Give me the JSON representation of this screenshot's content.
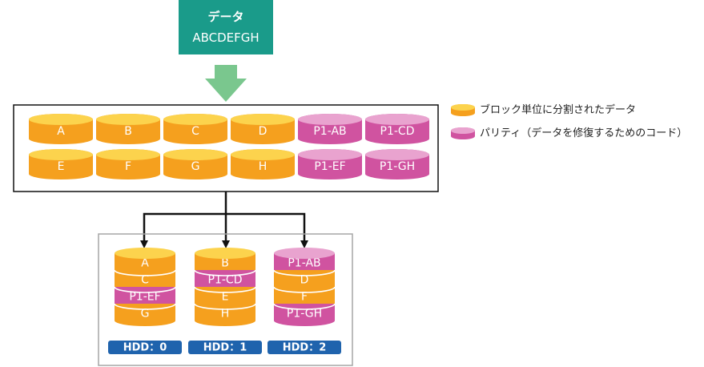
{
  "source": {
    "title": "データ",
    "data": "ABCDEFGH"
  },
  "blocks": [
    {
      "label": "A",
      "kind": "data"
    },
    {
      "label": "B",
      "kind": "data"
    },
    {
      "label": "C",
      "kind": "data"
    },
    {
      "label": "D",
      "kind": "data"
    },
    {
      "label": "P1-AB",
      "kind": "parity"
    },
    {
      "label": "P1-CD",
      "kind": "parity"
    },
    {
      "label": "E",
      "kind": "data"
    },
    {
      "label": "F",
      "kind": "data"
    },
    {
      "label": "G",
      "kind": "data"
    },
    {
      "label": "H",
      "kind": "data"
    },
    {
      "label": "P1-EF",
      "kind": "parity"
    },
    {
      "label": "P1-GH",
      "kind": "parity"
    }
  ],
  "legend": [
    {
      "label": "ブロック単位に分割されたデータ",
      "kind": "data"
    },
    {
      "label": "パリティ（データを修復するためのコード）",
      "kind": "parity"
    }
  ],
  "disks": [
    {
      "label": "HDD：0",
      "stack": [
        {
          "label": "A",
          "kind": "data"
        },
        {
          "label": "C",
          "kind": "data"
        },
        {
          "label": "P1-EF",
          "kind": "parity"
        },
        {
          "label": "G",
          "kind": "data"
        }
      ]
    },
    {
      "label": "HDD：1",
      "stack": [
        {
          "label": "B",
          "kind": "data"
        },
        {
          "label": "P1-CD",
          "kind": "parity"
        },
        {
          "label": "E",
          "kind": "data"
        },
        {
          "label": "H",
          "kind": "data"
        }
      ]
    },
    {
      "label": "HDD：2",
      "stack": [
        {
          "label": "P1-AB",
          "kind": "parity"
        },
        {
          "label": "D",
          "kind": "data"
        },
        {
          "label": "F",
          "kind": "data"
        },
        {
          "label": "P1-GH",
          "kind": "parity"
        }
      ]
    }
  ],
  "colors": {
    "data_side": "#f5a01e",
    "data_top": "#fcd34d",
    "parity_side": "#d053a0",
    "parity_top": "#e9a3cf",
    "source_box": "#1a9b8a",
    "down_arrow": "#7ac78e",
    "hdd_label_bg": "#1f63ad",
    "line": "#111111",
    "storage_frame": "#a5a5a5"
  }
}
